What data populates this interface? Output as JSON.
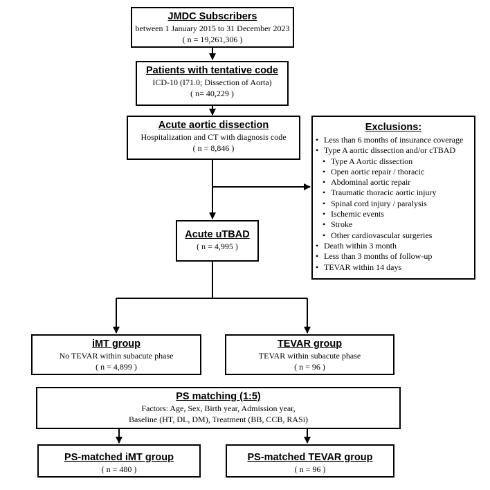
{
  "boxes": {
    "jmdc": {
      "title": "JMDC Subscribers",
      "line1": "between 1 January 2015 to 31 December 2023",
      "line2": "( n = 19,261,306 )"
    },
    "tentative": {
      "title": "Patients with tentative code",
      "line1": "ICD-10 (I71.0; Dissection of Aorta)",
      "line2": "( n= 40,229 )"
    },
    "acute_ad": {
      "title": "Acute aortic dissection",
      "line1": "Hospitalization and CT with diagnosis code",
      "line2": "( n = 8,846 )"
    },
    "acute_utbad": {
      "title": "Acute uTBAD",
      "line1": "( n = 4,995 )"
    },
    "imt": {
      "title": "iMT group",
      "line1": "No TEVAR within subacute phase",
      "line2": "( n = 4,899 )"
    },
    "tevar": {
      "title": "TEVAR group",
      "line1": "TEVAR within subacute phase",
      "line2": "( n = 96 )"
    },
    "ps": {
      "title": "PS matching  (1:5)",
      "line1": "Factors: Age, Sex, Birth year, Admission year,",
      "line2": "Baseline (HT, DL, DM), Treatment (BB, CCB, RASi)"
    },
    "ps_imt": {
      "title": "PS-matched iMT group",
      "line1": "( n = 480 )"
    },
    "ps_tevar": {
      "title": "PS-matched TEVAR group",
      "line1": "( n = 96 )"
    }
  },
  "exclusions": {
    "title": "Exclusions:",
    "bullet": "•",
    "items": [
      {
        "text": "Less than 6 months of  insurance coverage",
        "sub": false
      },
      {
        "text": "Type A aortic dissection and/or cTBAD",
        "sub": false
      },
      {
        "text": "Type A Aortic dissection",
        "sub": true
      },
      {
        "text": "Open aortic repair / thoracic",
        "sub": true
      },
      {
        "text": "Abdominal aortic repair",
        "sub": true
      },
      {
        "text": "Traumatic thoracic aortic injury",
        "sub": true
      },
      {
        "text": "Spinal cord injury / paralysis",
        "sub": true
      },
      {
        "text": "Ischemic events",
        "sub": true
      },
      {
        "text": "Stroke",
        "sub": true
      },
      {
        "text": "Other cardiovascular surgeries",
        "sub": true
      },
      {
        "text": "Death within 3 month",
        "sub": false
      },
      {
        "text": "Less than 3 months of  follow-up",
        "sub": false
      },
      {
        "text": "TEVAR within 14 days",
        "sub": false
      }
    ]
  }
}
